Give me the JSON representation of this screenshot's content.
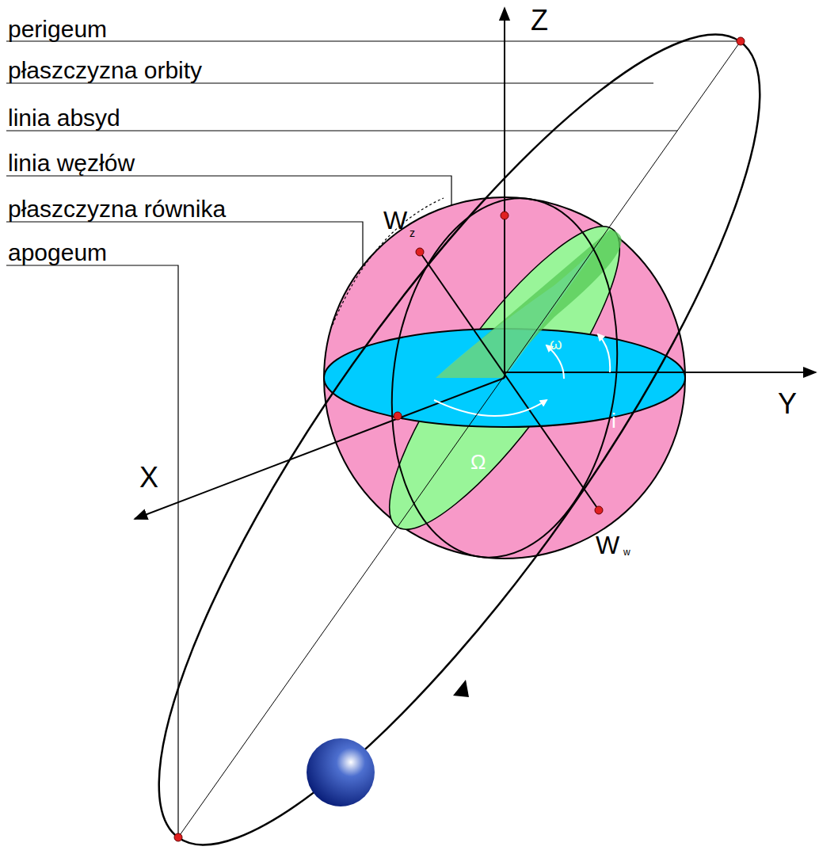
{
  "diagram": {
    "labels": [
      "perigeum",
      "płaszczyzna orbity",
      "linia absyd",
      "linia węzłów",
      "płaszczyzna równika",
      "apogeum",
      "Z",
      "Y",
      "X",
      "W",
      "z",
      "W",
      "w",
      "ω",
      "i",
      "Ω"
    ]
  }
}
